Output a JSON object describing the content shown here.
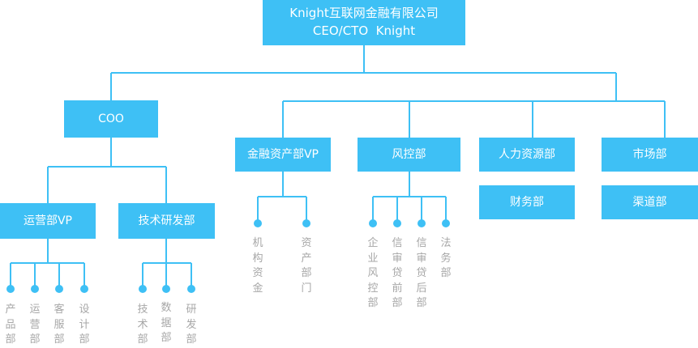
{
  "root": {
    "line1": "Knight互联网金融有限公司",
    "line2": "CEO/CTO  Knight"
  },
  "coo": "COO",
  "ops_vp": "运营部VP",
  "tech_dev": "技术研发部",
  "finance_vp": "金融资产部VP",
  "risk": "风控部",
  "hr": "人力资源部",
  "finance_dept": "财务部",
  "market": "市场部",
  "channel": "渠道部",
  "ops_children": [
    "产品部",
    "运营部",
    "客服部",
    "设计部"
  ],
  "tech_children": [
    "技术部",
    "数据部",
    "研发部"
  ],
  "finance_children": [
    "机构资金",
    "资产部门"
  ],
  "risk_children": [
    "企业风控部",
    "信审贷前部",
    "信审贷后部",
    "法务部"
  ],
  "colors": {
    "box": "#3ec0f5",
    "line": "#3ec0f5",
    "text_gray": "#a7a7a7"
  }
}
